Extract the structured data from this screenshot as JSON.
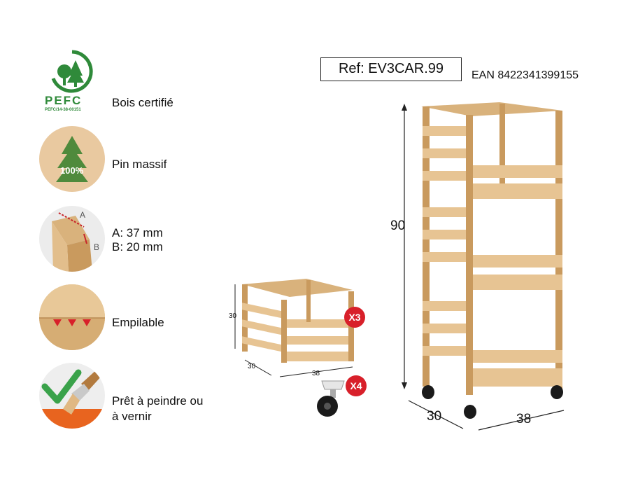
{
  "features": [
    {
      "icon": "pefc-logo-icon",
      "label": "Bois certifié",
      "logo_text": "PEFC",
      "logo_code": "PEFC/14-38-00151"
    },
    {
      "icon": "pine-tree-icon",
      "label": "Pin massif",
      "badge_text": "100%"
    },
    {
      "icon": "plank-dimension-icon",
      "label_a": "A: 37 mm",
      "label_b": "B: 20 mm",
      "tag_a": "A",
      "tag_b": "B"
    },
    {
      "icon": "stackable-icon",
      "label": "Empilable"
    },
    {
      "icon": "paint-brush-check-icon",
      "label_line1": "Prêt à peindre ou",
      "label_line2": "à vernir"
    }
  ],
  "reference": "Ref: EV3CAR.99",
  "ean": "EAN 8422341399155",
  "tower": {
    "height": "90",
    "depth": "30",
    "width": "38"
  },
  "crate": {
    "height": "30",
    "depth": "30",
    "width": "38",
    "crate_count": "X3",
    "wheel_count": "X4"
  },
  "colors": {
    "wood": "#e7c493",
    "wood_dark": "#c99a5e",
    "pefc_green": "#2f8a3a",
    "badge_red": "#d8202a"
  }
}
